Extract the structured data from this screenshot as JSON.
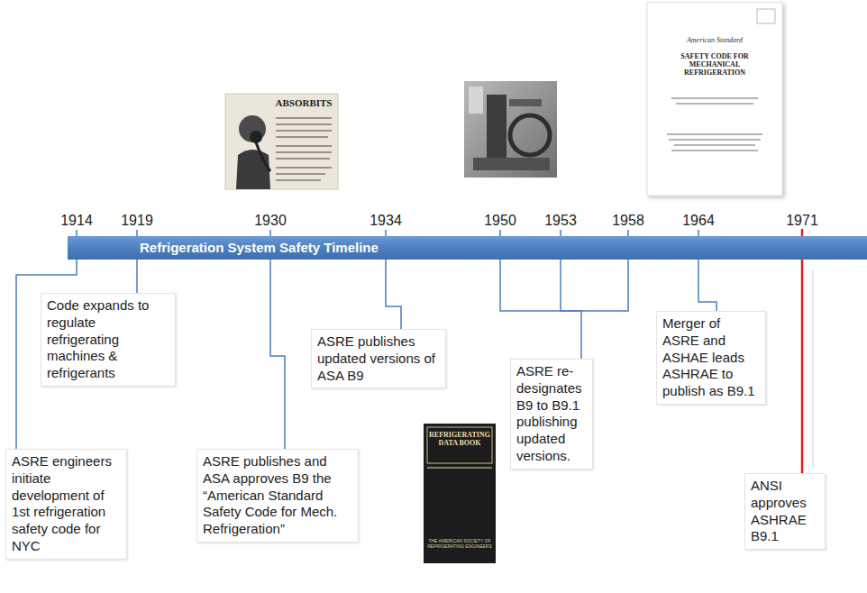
{
  "diagram": {
    "nodes": [
      {
        "text": [
          "Refrigeration System Safety Timeline"
        ]
      },
      {
        "text": [
          "ASRE engineers initiate development of 1st refrigeration safety code for NYC"
        ]
      },
      {
        "text": [
          "Code expands to regulate refrigerating machines & refrigerants"
        ]
      },
      {
        "text": [
          "ASRE publishes and ASA approves B9 the “American Standard Safety Code for Mech. Refrigeration”"
        ]
      },
      {
        "text": [
          "ASRE publishes updated versions of ASA B9"
        ]
      },
      {
        "text": [
          "ASRE re-designates B9 to B9.1 publishing updated versions."
        ]
      },
      {
        "text": [
          "Merger of ASRE and ASHAE leads ASHRAE to publish as B9.1"
        ]
      },
      {
        "text": [
          "ANSI approves ASHRAE B9.1"
        ]
      }
    ],
    "edges": [
      {
        "from": 0,
        "to": 1,
        "arrow": "none"
      },
      {
        "from": 0,
        "to": 2,
        "arrow": "none"
      },
      {
        "from": 0,
        "to": 3,
        "arrow": "none"
      },
      {
        "from": 0,
        "to": 4,
        "arrow": "none"
      },
      {
        "from": 0,
        "to": 5,
        "arrow": "none"
      },
      {
        "from": 0,
        "to": 6,
        "arrow": "none"
      },
      {
        "from": 0,
        "to": 7,
        "arrow": "none"
      }
    ],
    "labels": [
      "1914",
      "1919",
      "1930",
      "1934",
      "1950",
      "1953",
      "1958",
      "1964",
      "1971",
      "ABSORBITS",
      "American Standard",
      "SAFETY CODE FOR MECHANICAL REFRIGERATION",
      "REFRIGERATING DATA BOOK",
      "THE AMERICAN SOCIETY OF REFRIGERATING ENGINEERS"
    ]
  }
}
